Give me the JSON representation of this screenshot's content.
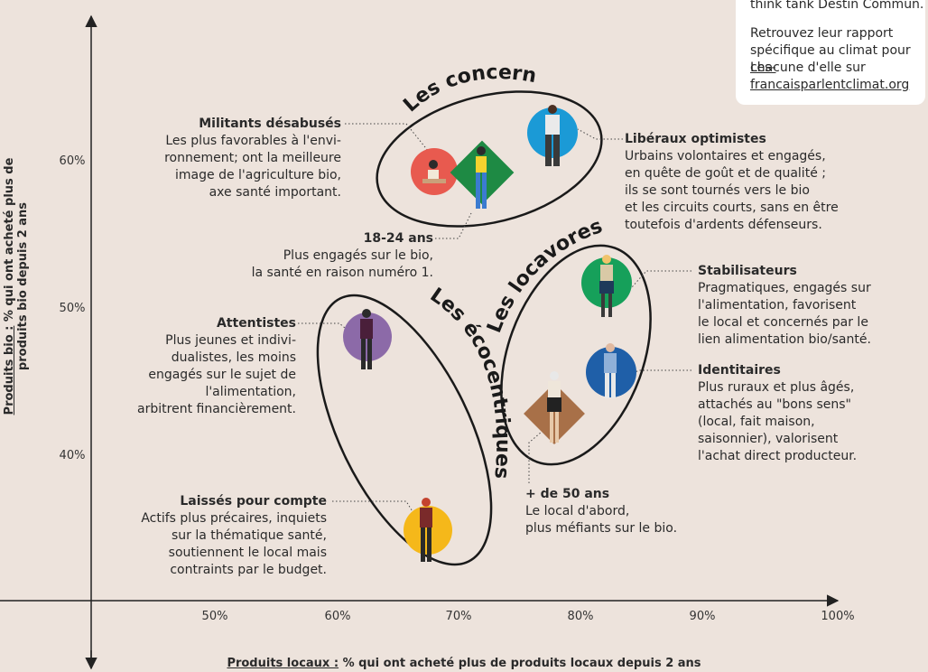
{
  "infobox": {
    "line1": "think tank Destin Commun.",
    "line2": "Retrouvez leur rapport\nspécifique au climat pour\nchacune d'elle sur ",
    "link": "Les-\nfrancaisparlentclimat.org"
  },
  "axes": {
    "x_prefix": "Produits locaux :",
    "x_rest": " % qui ont acheté plus de produits locaux depuis 2 ans",
    "y_prefix": "Produits bio :",
    "y_rest": " % qui ont acheté plus de produits bio depuis 2 ans",
    "x_ticks": [
      "50%",
      "60%",
      "70%",
      "80%",
      "90%",
      "100%"
    ],
    "y_ticks": [
      "60%",
      "50%",
      "40%"
    ]
  },
  "groups": {
    "concernes": "Les concernés",
    "locavores": "Les locavores",
    "ecocentriques": "Les écocentriques"
  },
  "segments": {
    "militants": {
      "title": "Militants désabusés",
      "desc": "Les plus favorables à l'envi-\nronnement; ont la meilleure\nimage de l'agriculture bio,\naxe santé important."
    },
    "jeunes": {
      "title": "18-24 ans",
      "desc": "Plus engagés sur le bio,\nla santé en raison numéro 1."
    },
    "liberaux": {
      "title": "Libéraux optimistes",
      "desc": "Urbains volontaires et engagés,\nen quête de goût et de qualité ;\nils se sont tournés vers le bio\net les circuits courts, sans en être\ntoutefois d'ardents défenseurs."
    },
    "stabilisateurs": {
      "title": "Stabilisateurs",
      "desc": "Pragmatiques, engagés sur\nl'alimentation, favorisent\nle local et concernés par le\nlien alimentation bio/santé."
    },
    "identitaires": {
      "title": "Identitaires",
      "desc": "Plus ruraux et plus âgés,\nattachés au \"bons sens\"\n(local, fait maison,\nsaisonnier), valorisent\nl'achat direct producteur."
    },
    "attentistes": {
      "title": "Attentistes",
      "desc": "Plus jeunes et indivi-\ndualistes, les moins\nengagés sur le sujet de\nl'alimentation,\narbitrent financièrement."
    },
    "seniors": {
      "title": "+ de 50 ans",
      "desc": "Le local d'abord,\nplus méfiants sur le bio."
    },
    "laisses": {
      "title": "Laissés pour compte",
      "desc": "Actifs plus précaires, inquiets\nsur la thématique santé,\nsoutiennent le local mais\ncontraints par le budget."
    }
  },
  "colors": {
    "background": "#ede3dc",
    "red": "#e85a4f",
    "green": "#1e8a44",
    "blue": "#1b9ad6",
    "teal": "#16a05a",
    "navy": "#1f5fa8",
    "purple": "#8c6aa8",
    "brown": "#a87048",
    "yellow": "#f5b81a"
  }
}
